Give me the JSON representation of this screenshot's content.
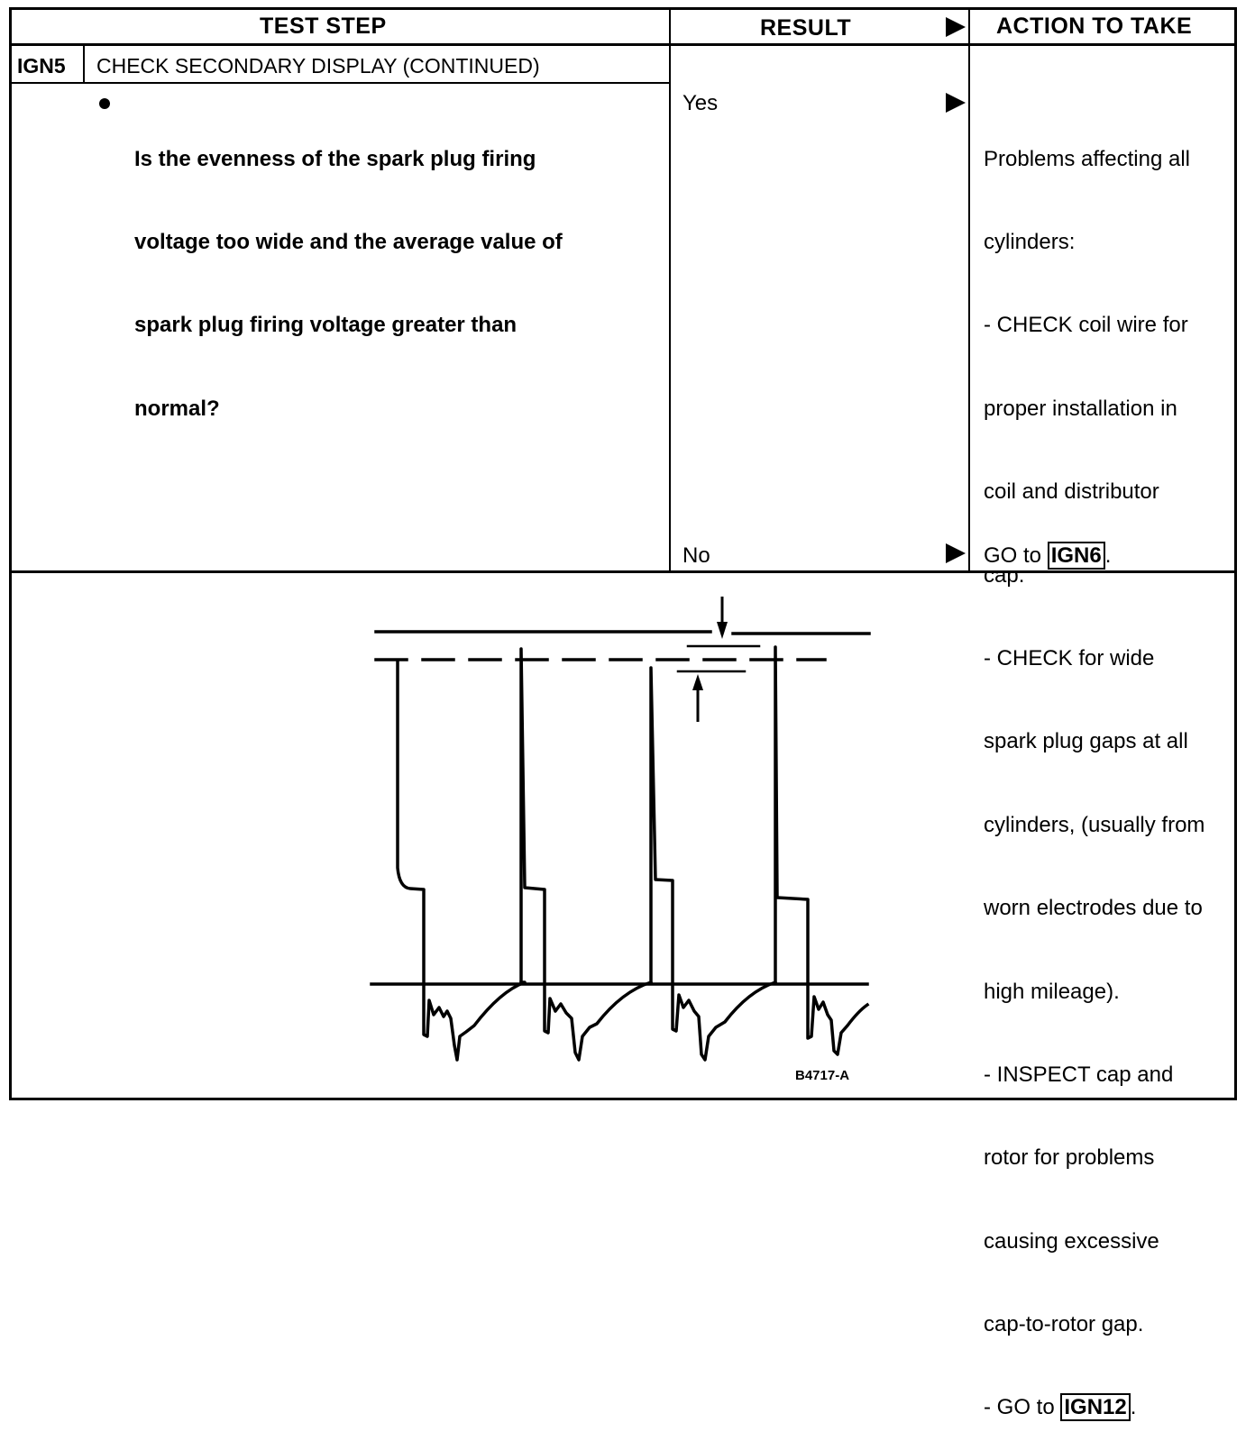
{
  "header": {
    "test_step": "TEST STEP",
    "result": "RESULT",
    "action": "ACTION TO TAKE"
  },
  "step": {
    "id": "IGN5",
    "title": "CHECK SECONDARY DISPLAY (CONTINUED)",
    "question_lines": [
      "Is the evenness of the spark plug firing",
      "voltage too wide and the average value of",
      "spark plug firing voltage greater than",
      "normal?"
    ]
  },
  "results": {
    "yes": "Yes",
    "no": "No"
  },
  "actions": {
    "yes_lines": [
      "Problems affecting all",
      "cylinders:",
      "- CHECK coil wire for",
      "proper installation in",
      "coil and distributor",
      "cap.",
      "- CHECK for wide",
      "spark plug gaps at all",
      "cylinders, (usually from",
      "worn electrodes due to",
      "high mileage).",
      "- INSPECT cap and",
      "rotor for problems",
      "causing excessive",
      "cap-to-rotor gap."
    ],
    "yes_goto_prefix": "- GO to ",
    "yes_goto_ref": "IGN12",
    "no_goto_prefix": "GO to ",
    "no_goto_ref": "IGN6",
    "period": "."
  },
  "figure": {
    "caption": "B4717-A"
  }
}
